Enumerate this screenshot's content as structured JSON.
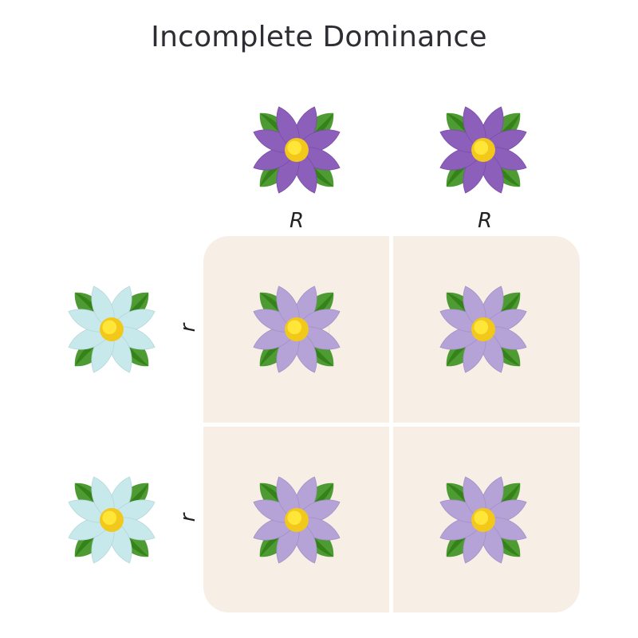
{
  "title": "Incomplete Dominance",
  "colors": {
    "parent_red": "#8c5fbb",
    "parent_white": "#c7e9ec",
    "hybrid_pink": "#b5a3d8",
    "leaf": "#4e9a33",
    "center": "#f2c81a",
    "grid_background": "#f7efe5"
  },
  "top_parent": {
    "alleles": [
      "R",
      "R"
    ],
    "flower_colors": [
      "parent_red",
      "parent_red"
    ]
  },
  "left_parent": {
    "alleles": [
      "r",
      "r"
    ],
    "flower_colors": [
      "parent_white",
      "parent_white"
    ]
  },
  "punnett": {
    "cells": [
      {
        "flower_color": "hybrid_pink"
      },
      {
        "flower_color": "hybrid_pink"
      },
      {
        "flower_color": "hybrid_pink"
      },
      {
        "flower_color": "hybrid_pink"
      }
    ]
  }
}
